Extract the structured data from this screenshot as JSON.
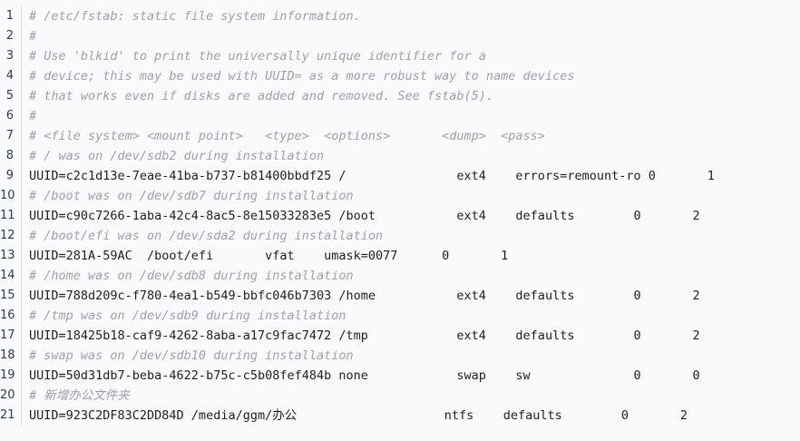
{
  "editor": {
    "title": "fstab-editor",
    "filename": "/etc/fstab",
    "language": "fstab",
    "colors": {
      "background": "#f9fafc",
      "gutter_text": "#2f3b52",
      "gutter_separator": "#d5d9e0",
      "comment_text": "#9ba1ac",
      "code_text": "#1b1f23",
      "path_text": "#6a737d"
    },
    "total_lines": 21,
    "lines": [
      {
        "number": "1",
        "type": "comment",
        "text": "# /etc/fstab: static file system information."
      },
      {
        "number": "2",
        "type": "comment",
        "text": "#"
      },
      {
        "number": "3",
        "type": "comment",
        "text": "# Use 'blkid' to print the universally unique identifier for a"
      },
      {
        "number": "4",
        "type": "comment",
        "text": "# device; this may be used with UUID= as a more robust way to name devices"
      },
      {
        "number": "5",
        "type": "comment",
        "text": "# that works even if disks are added and removed. See fstab(5)."
      },
      {
        "number": "6",
        "type": "comment",
        "text": "#"
      },
      {
        "number": "7",
        "type": "comment",
        "text": "# <file system> <mount point>   <type>  <options>       <dump>  <pass>"
      },
      {
        "number": "8",
        "type": "comment",
        "text": "# / was on /dev/sdb2 during installation"
      },
      {
        "number": "9",
        "type": "code",
        "text": "UUID=c2c1d13e-7eae-41ba-b737-b81400bbdf25 /               ext4    errors=remount-ro 0       1"
      },
      {
        "number": "10",
        "type": "comment",
        "text": "# /boot was on /dev/sdb7 during installation"
      },
      {
        "number": "11",
        "type": "code",
        "text": "UUID=c90c7266-1aba-42c4-8ac5-8e15033283e5 /boot           ext4    defaults        0       2"
      },
      {
        "number": "12",
        "type": "comment",
        "text": "# /boot/efi was on /dev/sda2 during installation"
      },
      {
        "number": "13",
        "type": "code",
        "text": "UUID=281A-59AC  /boot/efi       vfat    umask=0077      0       1"
      },
      {
        "number": "14",
        "type": "comment",
        "text": "# /home was on /dev/sdb8 during installation"
      },
      {
        "number": "15",
        "type": "code",
        "text": "UUID=788d209c-f780-4ea1-b549-bbfc046b7303 /home           ext4    defaults        0       2"
      },
      {
        "number": "16",
        "type": "comment",
        "text": "# /tmp was on /dev/sdb9 during installation"
      },
      {
        "number": "17",
        "type": "code",
        "text": "UUID=18425b18-caf9-4262-8aba-a17c9fac7472 /tmp            ext4    defaults        0       2"
      },
      {
        "number": "18",
        "type": "comment",
        "text": "# swap was on /dev/sdb10 during installation"
      },
      {
        "number": "19",
        "type": "code",
        "text": "UUID=50d31db7-beba-4622-b75c-c5b08fef484b none            swap    sw              0       0"
      },
      {
        "number": "20",
        "type": "comment",
        "text": "# 新增办公文件夹"
      },
      {
        "number": "21",
        "type": "code",
        "text": "UUID=923C2DF83C2DD84D /media/ggm/办公                    ntfs    defaults        0       2"
      }
    ]
  }
}
